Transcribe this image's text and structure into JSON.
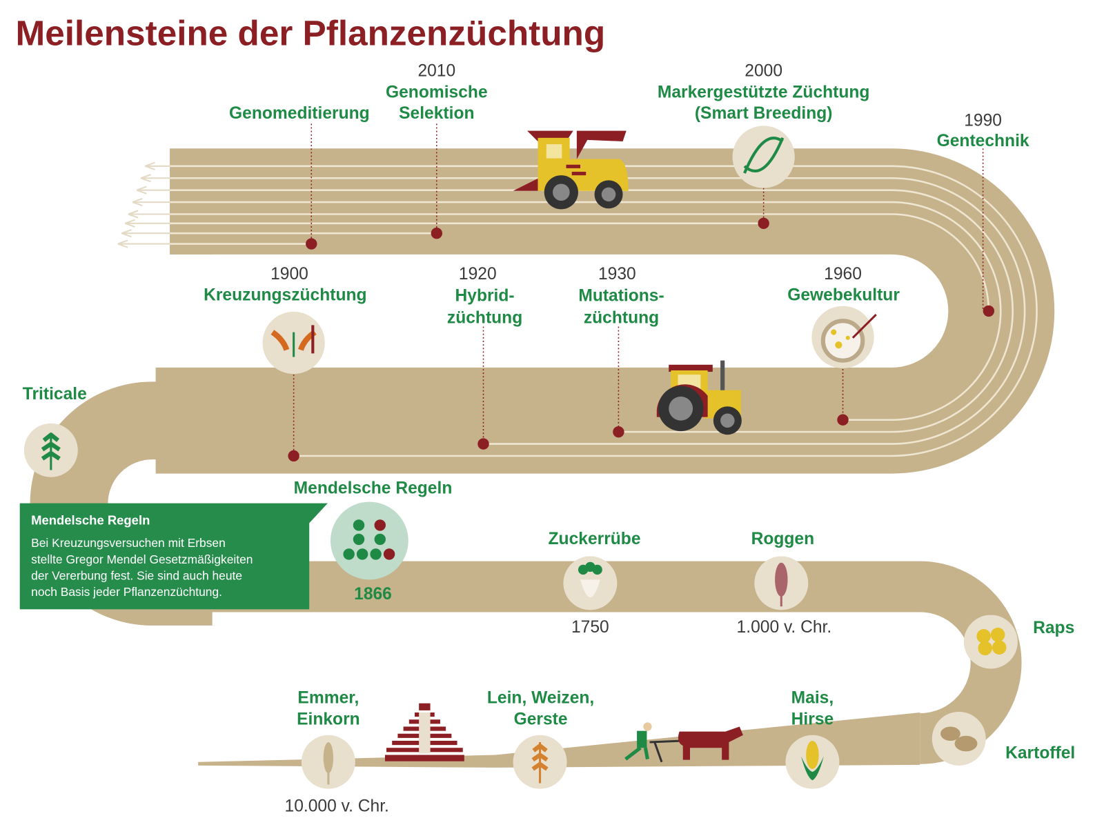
{
  "title": "Meilensteine der Pflanzenzüchtung",
  "colors": {
    "title": "#8b1f24",
    "accent_green": "#1f8a45",
    "road": "#c6b38c",
    "milestone_dot": "#8b1f24",
    "info_box": "#268c4c"
  },
  "milestones": {
    "genomeditierung": {
      "label": "Genomeditierung",
      "icon": "none"
    },
    "genomische_selektion": {
      "year": "2010",
      "label_lines": [
        "Genomische",
        "Selektion"
      ]
    },
    "smart_breeding": {
      "year": "2000",
      "label_lines": [
        "Markergestützte Züchtung",
        "(Smart Breeding)"
      ],
      "icon": "dna-icon"
    },
    "gentechnik": {
      "year": "1990",
      "label": "Gentechnik"
    },
    "kreuzung": {
      "year": "1900",
      "label": "Kreuzungszüchtung",
      "icon": "flower-pollination-icon"
    },
    "hybrid": {
      "year": "1920",
      "label_lines": [
        "Hybrid-",
        "züchtung"
      ]
    },
    "mutation": {
      "year": "1930",
      "label_lines": [
        "Mutations-",
        "züchtung"
      ]
    },
    "gewebekultur": {
      "year": "1960",
      "label": "Gewebekultur",
      "icon": "petri-dish-icon"
    },
    "triticale": {
      "label": "Triticale",
      "icon": "wheat-icon"
    },
    "mendel": {
      "label": "Mendelsche Regeln",
      "year": "1866",
      "icon": "pea-crossing-icon"
    },
    "zuckerruebe": {
      "label": "Zuckerrübe",
      "year": "1750",
      "icon": "sugar-beet-icon"
    },
    "roggen": {
      "label": "Roggen",
      "year": "1.000 v. Chr.",
      "icon": "rye-icon"
    },
    "raps": {
      "label": "Raps",
      "icon": "rapeseed-icon"
    },
    "kartoffel": {
      "label": "Kartoffel",
      "icon": "potato-icon"
    },
    "emmer": {
      "label_lines": [
        "Emmer,",
        "Einkorn"
      ],
      "year": "10.000 v. Chr.",
      "icon": "grain-icon"
    },
    "lein": {
      "label_lines": [
        "Lein, Weizen,",
        "Gerste"
      ],
      "icon": "barley-icon"
    },
    "mais": {
      "label_lines": [
        "Mais,",
        "Hirse"
      ],
      "icon": "corn-icon"
    }
  },
  "info_box": {
    "heading": "Mendelsche Regeln",
    "lines": [
      "Bei Kreuzungsversuchen mit Erbsen",
      "stellte Gregor Mendel Gesetzmäßigkeiten",
      "der  Vererbung fest. Sie sind auch heute",
      "noch Basis jeder Pflanzenzüchtung."
    ]
  }
}
